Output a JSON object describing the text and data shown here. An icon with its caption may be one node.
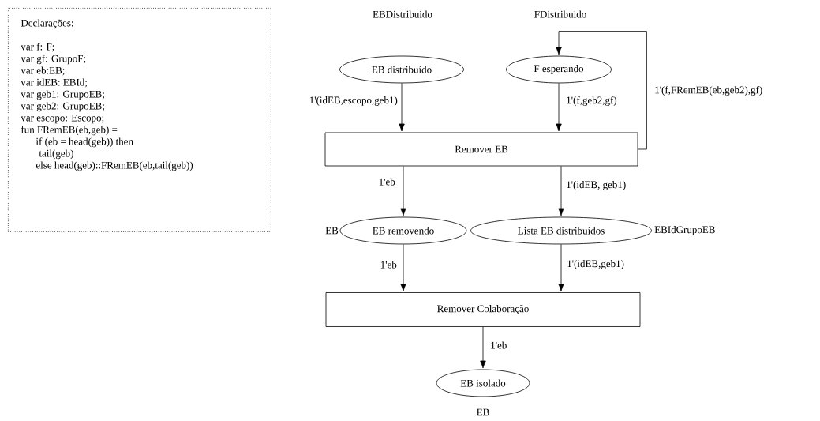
{
  "diagram": {
    "nodes": [
      {
        "text": [
          "Declarações:",
          "var f: F;",
          "var gf: GrupoF;",
          "var eb:EB;",
          "var idEB: EBId;",
          "var geb1: GrupoEB;",
          "var geb2: GrupoEB;",
          "var escopo: Escopo;",
          "fun FRemEB(eb,geb) =",
          "if (eb = head(geb)) then",
          "tail(geb)",
          "else head(geb)::FRemEB(eb,tail(geb))"
        ]
      },
      {
        "text": [
          "EB distribuído"
        ],
        "beside": [
          "EBDistribuido"
        ]
      },
      {
        "text": [
          "F esperando"
        ],
        "beside": [
          "FDistribuido"
        ]
      },
      {
        "text": [
          "Remover EB"
        ]
      },
      {
        "text": [
          "EB removendo"
        ],
        "beside": [
          "EB"
        ]
      },
      {
        "text": [
          "Lista EB distribuídos"
        ],
        "beside": [
          "EBIdGrupoEB"
        ]
      },
      {
        "text": [
          "Remover Colaboração"
        ]
      },
      {
        "text": [
          "EB isolado"
        ],
        "beside": [
          "EB"
        ]
      }
    ],
    "edges": [
      {
        "from": 1,
        "to": 3,
        "arrow": "to",
        "label": "1'(idEB,escopo,geb1)"
      },
      {
        "from": 2,
        "to": 3,
        "arrow": "to",
        "label": "1'(f,geb2,gf)"
      },
      {
        "from": 3,
        "to": 2,
        "arrow": "to",
        "label": "1'(f,FRemEB(eb,geb2),gf)"
      },
      {
        "from": 3,
        "to": 4,
        "arrow": "to",
        "label": "1'eb"
      },
      {
        "from": 3,
        "to": 5,
        "arrow": "to",
        "label": "1'(idEB, geb1)"
      },
      {
        "from": 4,
        "to": 6,
        "arrow": "to",
        "label": "1'eb"
      },
      {
        "from": 5,
        "to": 6,
        "arrow": "to",
        "label": "1'(idEB,geb1)"
      },
      {
        "from": 6,
        "to": 7,
        "arrow": "to",
        "label": "1'eb"
      }
    ]
  }
}
